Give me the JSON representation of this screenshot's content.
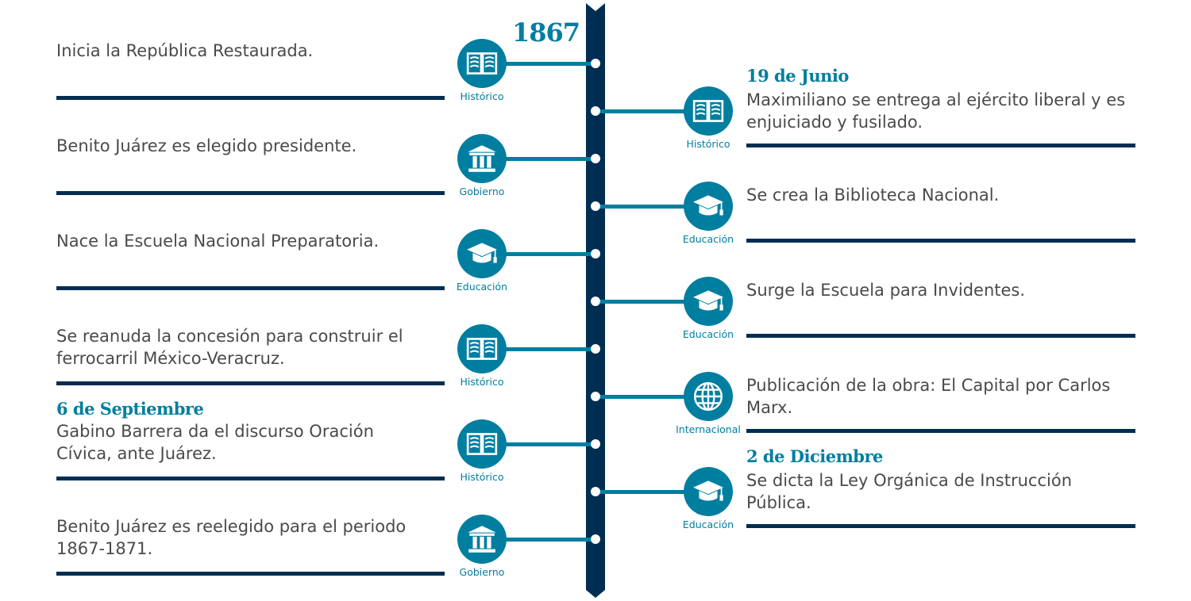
{
  "year": "1867",
  "colors": {
    "spine": "#002d52",
    "accent": "#007ea0",
    "text": "#4a4a4a"
  },
  "left_events": [
    {
      "category": "Histórico",
      "icon": "book-icon",
      "text": "Inicia la República Restaurada."
    },
    {
      "category": "Gobierno",
      "icon": "government-building-icon",
      "text": " Benito Juárez es elegido presidente."
    },
    {
      "category": "Educación",
      "icon": "graduation-cap-icon",
      "text": "Nace la Escuela Nacional Preparatoria."
    },
    {
      "category": "Histórico",
      "icon": "book-icon",
      "text": "Se reanuda la concesión para construir el ferrocarril México-Veracruz."
    },
    {
      "category": "Histórico",
      "icon": "book-icon",
      "date": "6 de Septiembre",
      "text": "Gabino Barrera da el discurso Oración Cívica, ante Juárez."
    },
    {
      "category": "Gobierno",
      "icon": "government-building-icon",
      "text": "Benito Juárez es reelegido para el periodo 1867-1871."
    }
  ],
  "right_events": [
    {
      "category": "Histórico",
      "icon": "book-icon",
      "date": "19 de Junio",
      "text": "Maximiliano se entrega al ejército liberal y es enjuiciado y fusilado."
    },
    {
      "category": "Educación",
      "icon": "graduation-cap-icon",
      "text": "Se crea la Biblioteca Nacional."
    },
    {
      "category": "Educación",
      "icon": "graduation-cap-icon",
      "text": "Surge la Escuela para Invidentes."
    },
    {
      "category": "Internacional",
      "icon": "globe-icon",
      "text": "Publicación de la obra: El Capital por Carlos Marx."
    },
    {
      "category": "Educación",
      "icon": "graduation-cap-icon",
      "date": "2 de Diciembre",
      "text": "Se dicta la Ley Orgánica de Instrucción Pública."
    }
  ]
}
